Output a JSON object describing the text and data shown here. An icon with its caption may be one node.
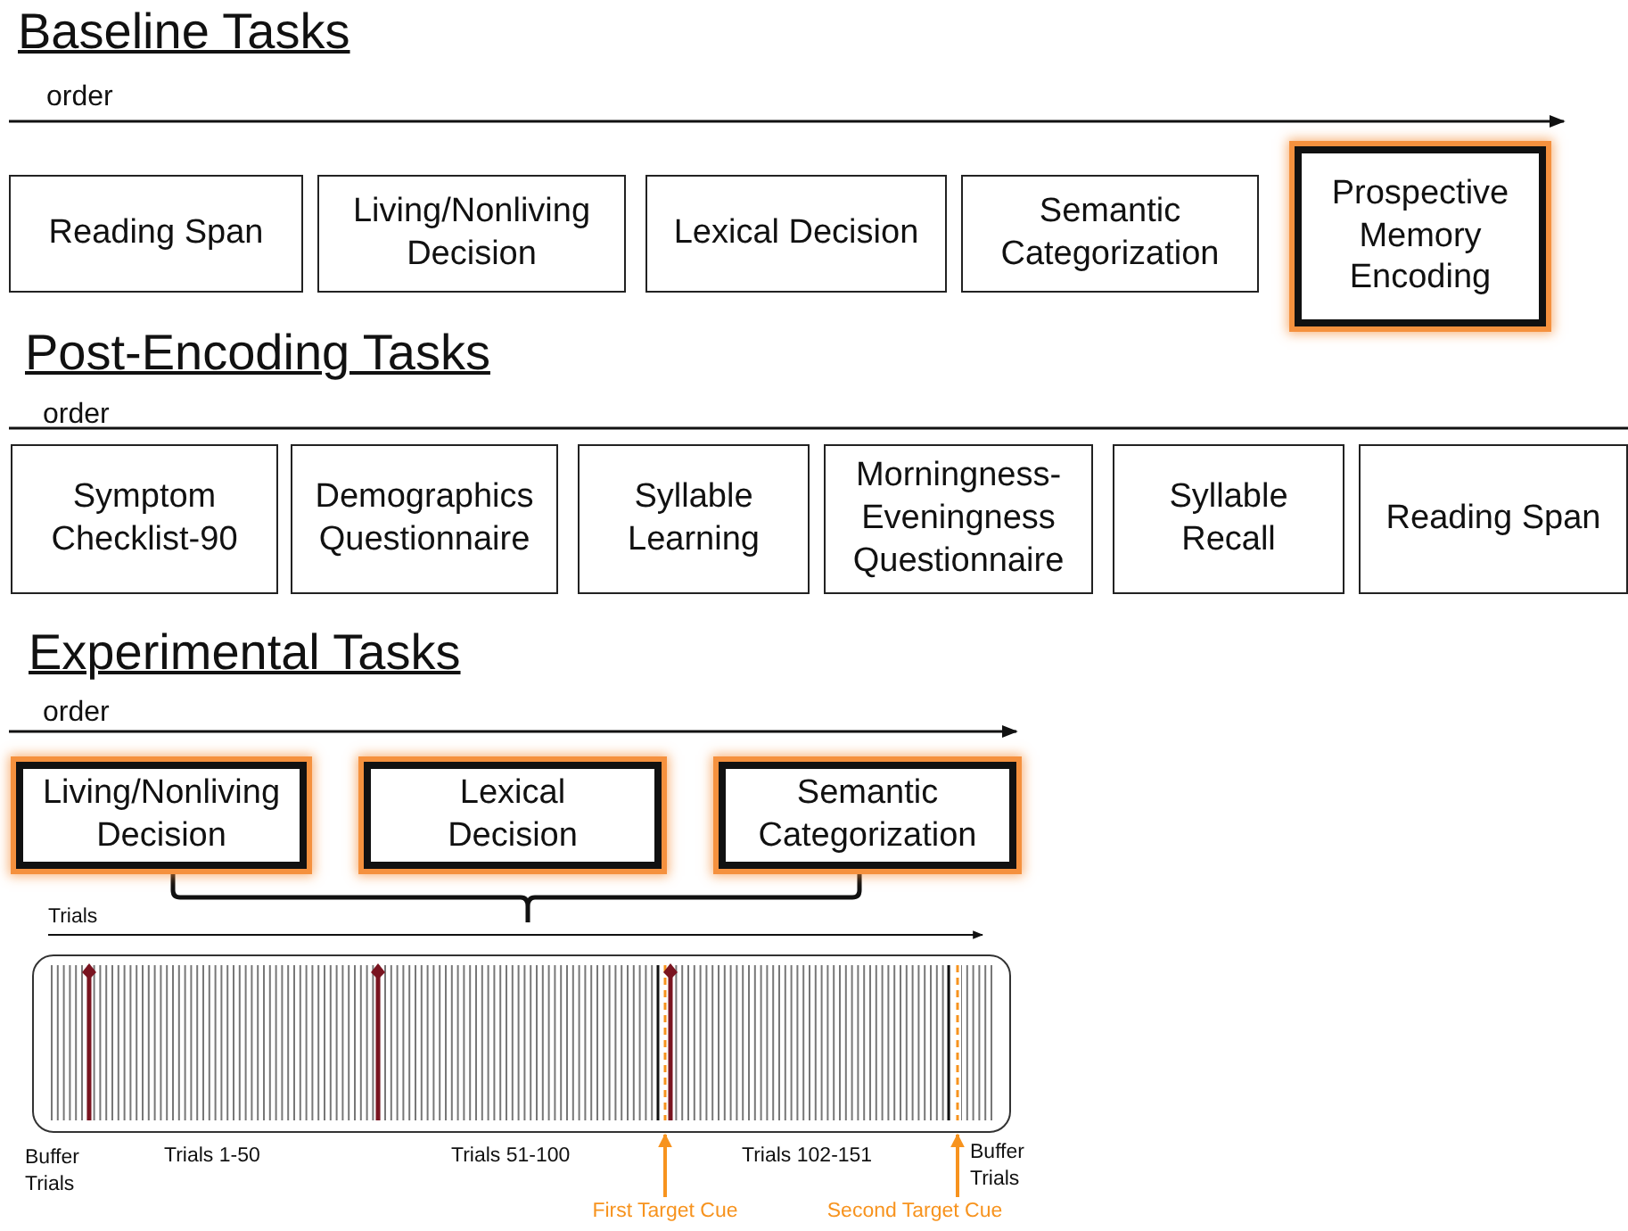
{
  "diagram": {
    "nodes": [
      {
        "text": [
          "Reading Span"
        ]
      },
      {
        "text": [
          "Living/Nonliving Decision"
        ]
      },
      {
        "text": [
          "Lexical Decision"
        ]
      },
      {
        "text": [
          "Semantic Categorization"
        ]
      },
      {
        "text": [
          "Prospective Memory Encoding"
        ]
      },
      {
        "text": [
          "Symptom Checklist-90"
        ]
      },
      {
        "text": [
          "Demographics Questionnaire"
        ]
      },
      {
        "text": [
          "Syllable Learning"
        ]
      },
      {
        "text": [
          "Morningness-Eveningness Questionnaire"
        ]
      },
      {
        "text": [
          "Syllable Recall"
        ]
      },
      {
        "text": [
          "Reading Span"
        ]
      },
      {
        "text": [
          "Living/Nonliving Decision"
        ]
      },
      {
        "text": [
          "Lexical Decision"
        ]
      },
      {
        "text": [
          "Semantic Categorization"
        ]
      },
      {
        "text": [],
        "shape": "bar"
      },
      {
        "text": [
          "First Target Cue"
        ]
      },
      {
        "text": [
          "Second Target Cue"
        ]
      }
    ],
    "edges": [
      {
        "from": 15,
        "to": 14,
        "arrow": "to"
      },
      {
        "from": 16,
        "to": 14,
        "arrow": "to"
      }
    ],
    "labels": [
      "Baseline Tasks",
      "order",
      "Post-Encoding Tasks",
      "order",
      "Experimental Tasks",
      "order",
      "Trials",
      "Buffer Trials",
      "Trials 1-50",
      "Trials 51-100",
      "Trials 102-151",
      "Buffer Trials"
    ]
  }
}
